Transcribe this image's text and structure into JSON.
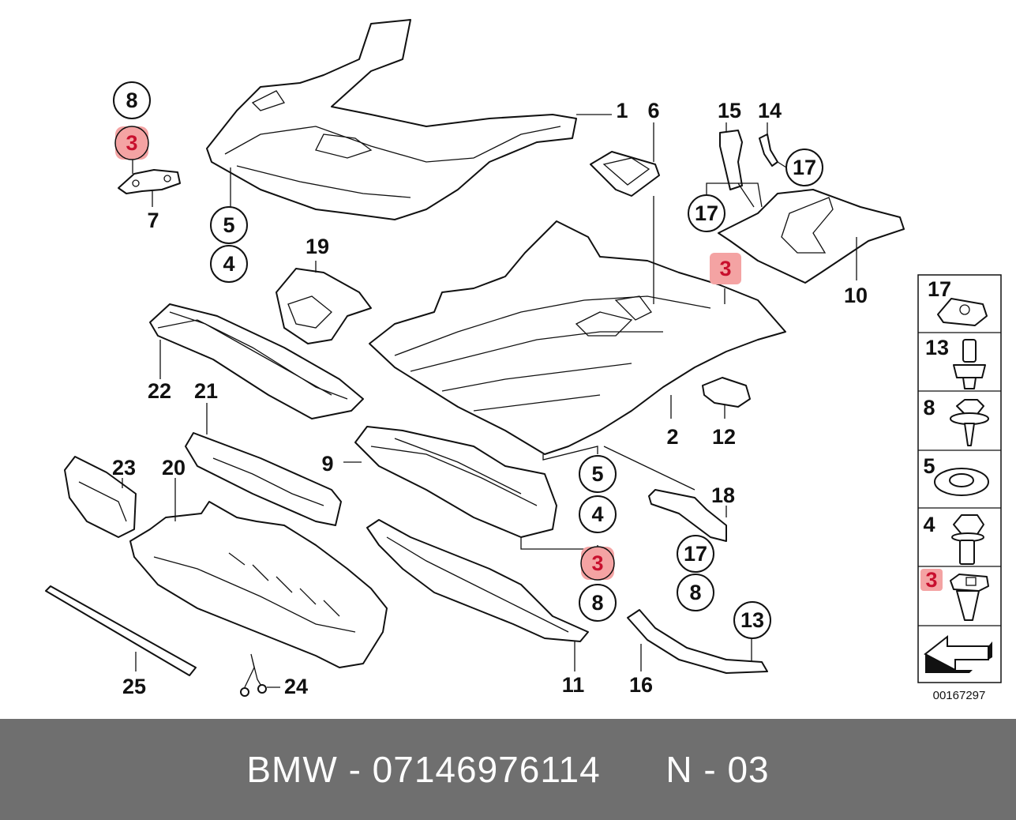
{
  "diagram": {
    "callouts": {
      "c1": "1",
      "c2": "2",
      "c3a": "3",
      "c3b": "3",
      "c3c": "3",
      "c4a": "4",
      "c4b": "4",
      "c5a": "5",
      "c5b": "5",
      "c6": "6",
      "c7": "7",
      "c8a": "8",
      "c8b": "8",
      "c8c": "8",
      "c9": "9",
      "c10": "10",
      "c11": "11",
      "c12": "12",
      "c13": "13",
      "c14": "14",
      "c15": "15",
      "c16": "16",
      "c17a": "17",
      "c17b": "17",
      "c17c": "17",
      "c18": "18",
      "c19": "19",
      "c20": "20",
      "c21": "21",
      "c22": "22",
      "c23": "23",
      "c24": "24",
      "c25": "25"
    },
    "highlight_color": "#f4a3a3"
  },
  "fastener_legend": {
    "items": [
      "17",
      "13",
      "8",
      "5",
      "4",
      "3"
    ],
    "highlighted_item": "3"
  },
  "diagram_id": "00167297",
  "footer": {
    "brand": "BMW - 07146976114",
    "code": "N - 03"
  }
}
